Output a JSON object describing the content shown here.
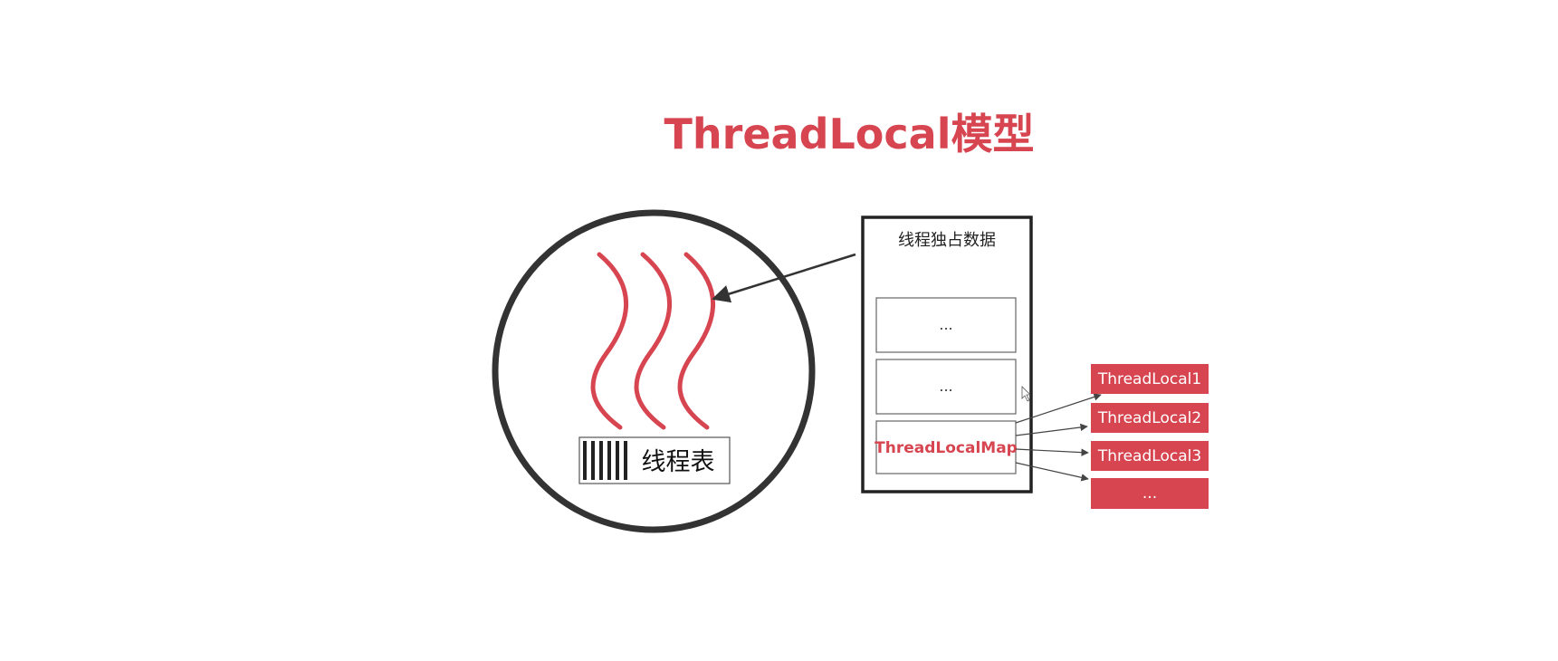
{
  "title": "ThreadLocal模型",
  "thread": {
    "table_label": "线程表"
  },
  "thread_data": {
    "header": "线程独占数据",
    "slots": [
      "...",
      "..."
    ],
    "map_label": "ThreadLocalMap"
  },
  "thread_locals": [
    "ThreadLocal1",
    "ThreadLocal2",
    "ThreadLocal3",
    "..."
  ],
  "colors": {
    "accent": "#d64550",
    "outline": "#333333",
    "background": "#ffffff"
  },
  "icons": {
    "thread": "wavy-thread-lines-icon",
    "table": "barcode-icon"
  }
}
